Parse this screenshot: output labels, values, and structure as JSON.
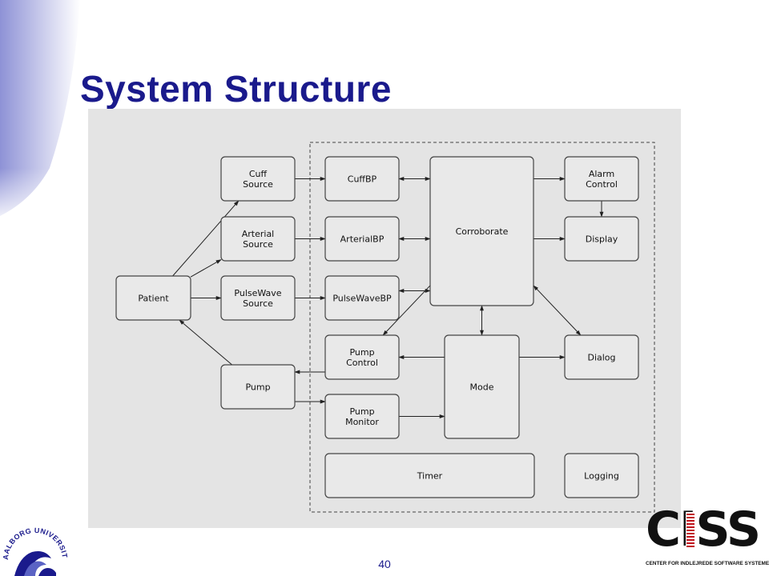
{
  "title": "System Structure",
  "page_number": "40",
  "logos": {
    "university": "AALBORG UNIVERSITY",
    "ciss": "CISS",
    "ciss_caption": "CENTER FOR INDLEJREDE SOFTWARE SYSTEMER"
  },
  "diagram": {
    "boxes": {
      "patient": [
        "Patient"
      ],
      "cuff_source": [
        "Cuff",
        "Source"
      ],
      "arterial_source": [
        "Arterial",
        "Source"
      ],
      "pulsewave_source": [
        "PulseWave",
        "Source"
      ],
      "pump": [
        "Pump"
      ],
      "cuffbp": [
        "CuffBP"
      ],
      "arterialbp": [
        "ArterialBP"
      ],
      "pulsewavebp": [
        "PulseWaveBP"
      ],
      "pump_control": [
        "Pump",
        "Control"
      ],
      "pump_monitor": [
        "Pump",
        "Monitor"
      ],
      "corroborate": [
        "Corroborate"
      ],
      "mode": [
        "Mode"
      ],
      "alarm_control": [
        "Alarm",
        "Control"
      ],
      "display": [
        "Display"
      ],
      "dialog": [
        "Dialog"
      ],
      "timer": [
        "Timer"
      ],
      "logging": [
        "Logging"
      ]
    },
    "edges": [
      {
        "from": "patient",
        "to": "cuff_source",
        "dir": "forward"
      },
      {
        "from": "patient",
        "to": "arterial_source",
        "dir": "forward"
      },
      {
        "from": "patient",
        "to": "pulsewave_source",
        "dir": "forward"
      },
      {
        "from": "pump",
        "to": "patient",
        "dir": "forward"
      },
      {
        "from": "cuff_source",
        "to": "cuffbp",
        "dir": "forward"
      },
      {
        "from": "arterial_source",
        "to": "arterialbp",
        "dir": "forward"
      },
      {
        "from": "pulsewave_source",
        "to": "pulsewavebp",
        "dir": "forward"
      },
      {
        "from": "cuffbp",
        "to": "corroborate",
        "dir": "both"
      },
      {
        "from": "arterialbp",
        "to": "corroborate",
        "dir": "both"
      },
      {
        "from": "pulsewavebp",
        "to": "corroborate",
        "dir": "both"
      },
      {
        "from": "corroborate",
        "to": "alarm_control",
        "dir": "forward"
      },
      {
        "from": "corroborate",
        "to": "display",
        "dir": "forward"
      },
      {
        "from": "alarm_control",
        "to": "display",
        "dir": "forward"
      },
      {
        "from": "corroborate",
        "to": "dialog",
        "dir": "both"
      },
      {
        "from": "corroborate",
        "to": "pump_control",
        "dir": "forward"
      },
      {
        "from": "corroborate",
        "to": "mode",
        "dir": "both"
      },
      {
        "from": "mode",
        "to": "pump_control",
        "dir": "forward"
      },
      {
        "from": "mode",
        "to": "dialog",
        "dir": "forward"
      },
      {
        "from": "pump_control",
        "to": "pump",
        "dir": "forward"
      },
      {
        "from": "pump",
        "to": "pump_monitor",
        "dir": "forward"
      },
      {
        "from": "pump_monitor",
        "to": "mode",
        "dir": "forward"
      }
    ]
  }
}
